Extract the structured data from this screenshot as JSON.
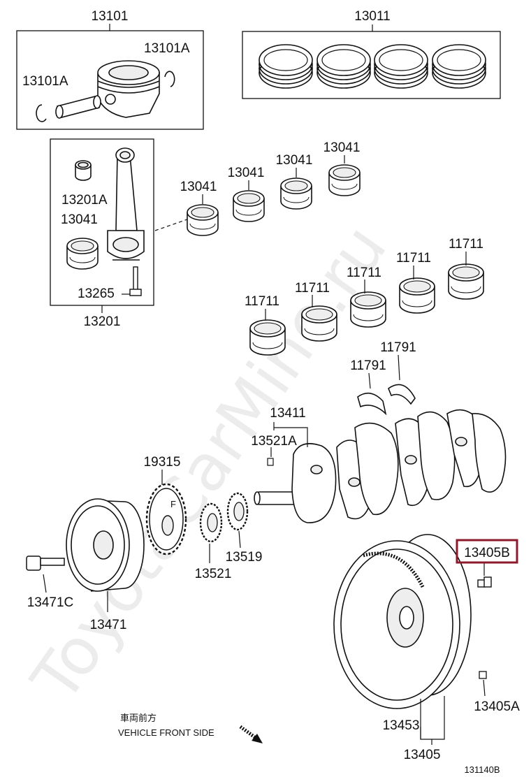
{
  "parts": {
    "piston_set": "13101",
    "snap_ring_left": "13101A",
    "snap_ring_right": "13101A",
    "ring_set": "13011",
    "con_rod_bearing_left": "13041",
    "con_rod_bearings": [
      "13041",
      "13041",
      "13041",
      "13041"
    ],
    "con_rod_bush": "13201A",
    "con_rod_bolt": "13265",
    "con_rod": "13201",
    "main_bearings": [
      "11711",
      "11711",
      "11711",
      "11711",
      "11711"
    ],
    "thrust_washers": [
      "11791",
      "11791"
    ],
    "crankshaft": "13411",
    "straight_pin": "13521A",
    "timing_pulley": "19315",
    "crank_gear": "13521",
    "gear_plate": "13519",
    "pulley_bolt": "13471C",
    "crank_pulley": "13471",
    "flywheel_bolt": "13405B",
    "flywheel_pin": "13405A",
    "ring_gear": "13453",
    "flywheel": "13405"
  },
  "direction": {
    "jp": "車両前方",
    "en": "VEHICLE FRONT SIDE"
  },
  "figure_code": "131140B",
  "watermark": "ToyotaCarMine.ru",
  "highlight_color": "#8b1a2b"
}
